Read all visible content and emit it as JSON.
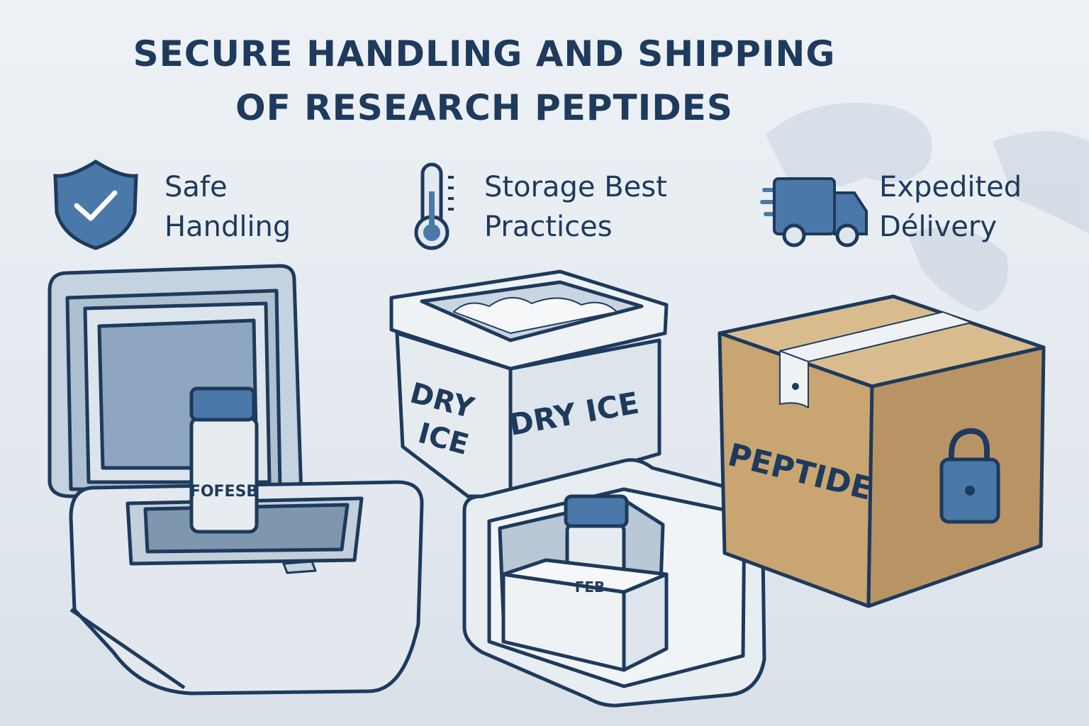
{
  "title": {
    "line1": "SECURE HANDLING AND SHIPPING",
    "line2": "OF RESEARCH PEPTIDES"
  },
  "features": [
    {
      "icon": "shield-check-icon",
      "line1": "Safe",
      "line2": "Handling"
    },
    {
      "icon": "thermometer-icon",
      "line1": "Storage Best",
      "line2": "Practices"
    },
    {
      "icon": "delivery-truck-icon",
      "line1": "Expedited",
      "line2": "Délivery"
    }
  ],
  "illustration": {
    "vial_label": "FOFESB",
    "small_vial_label": "FEB",
    "dry_ice_side": {
      "line1": "DRY",
      "line2": "ICE"
    },
    "dry_ice_front": "DRY ICE",
    "box_label": "PEPTIDE"
  },
  "colors": {
    "primary": "#1e3a5c",
    "accent": "#4a78a8",
    "cardboard": "#c9a572",
    "foam": "#e4e9ef"
  }
}
